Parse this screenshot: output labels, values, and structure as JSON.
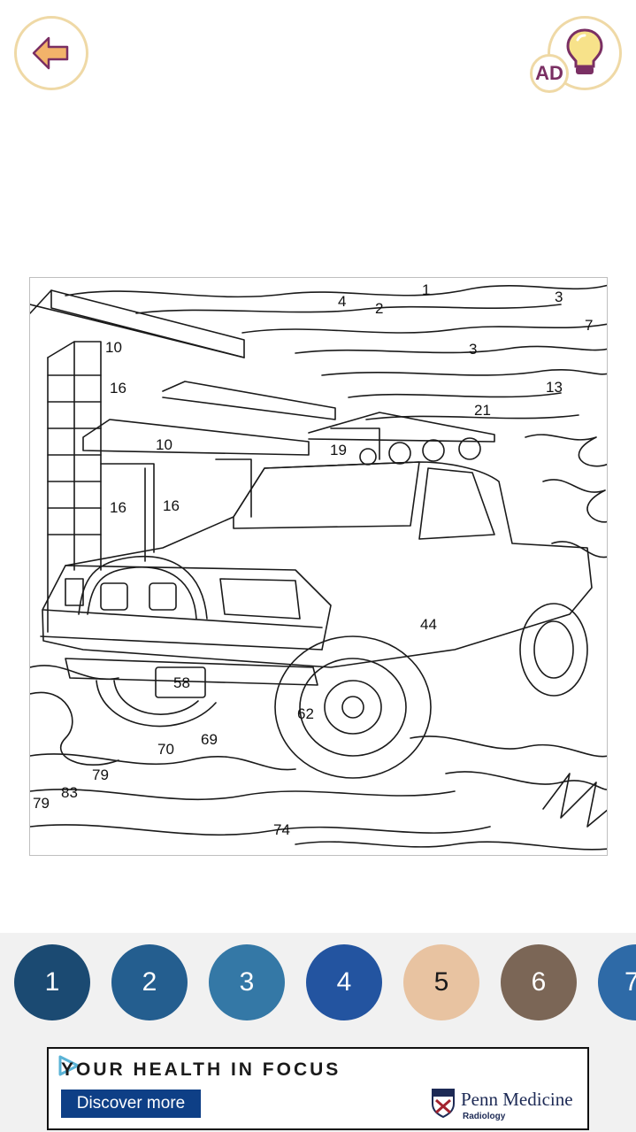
{
  "header": {
    "back_icon": "back-arrow-icon",
    "hint_icon": "lightbulb-icon",
    "hint_badge": "AD"
  },
  "canvas": {
    "numbers": [
      "1",
      "2",
      "4",
      "3",
      "7",
      "3",
      "10",
      "16",
      "13",
      "21",
      "10",
      "19",
      "16",
      "16",
      "44",
      "58",
      "62",
      "69",
      "70",
      "79",
      "83",
      "79",
      "74"
    ]
  },
  "palette": {
    "swatches": [
      {
        "label": "1",
        "color": "#1b4a72"
      },
      {
        "label": "2",
        "color": "#245e8f"
      },
      {
        "label": "3",
        "color": "#3478a6"
      },
      {
        "label": "4",
        "color": "#2354a0"
      },
      {
        "label": "5",
        "color": "#e8c3a1"
      },
      {
        "label": "6",
        "color": "#7b6656"
      },
      {
        "label": "7",
        "color": "#2e6aa7"
      }
    ]
  },
  "ad": {
    "headline": "YOUR HEALTH IN FOCUS",
    "cta": "Discover more",
    "brand": "Penn Medicine",
    "brand_sub": "Radiology"
  },
  "colors": {
    "accent_ring": "#efd9a6",
    "back_arrow": "#f2b36a",
    "bulb": "#f7e28a",
    "badge_text": "#7a2f63"
  }
}
